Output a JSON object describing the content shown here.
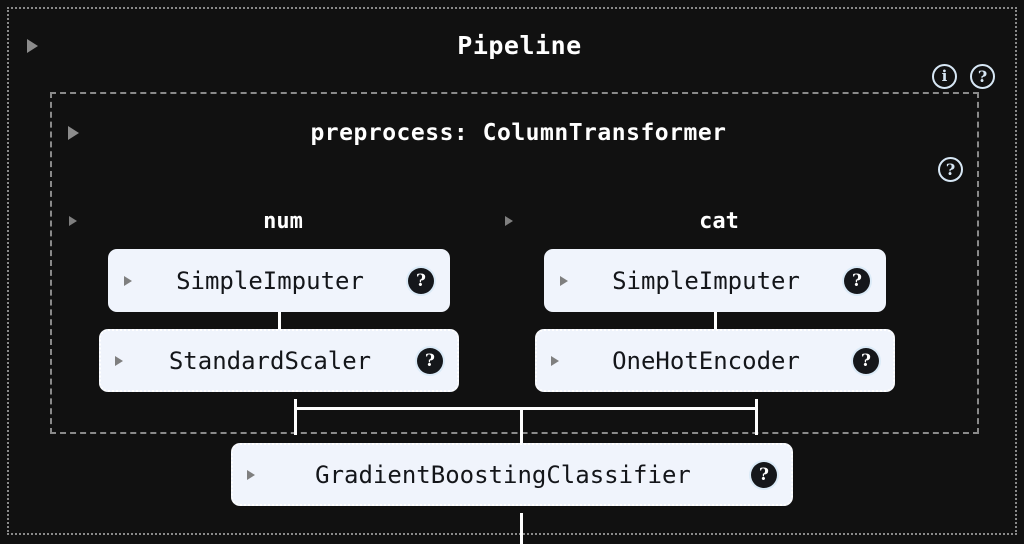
{
  "pipeline": {
    "title": "Pipeline",
    "toggle_icon": "triangle-right-icon",
    "doc_icons": [
      {
        "name": "info-icon",
        "glyph": "i"
      },
      {
        "name": "help-icon",
        "glyph": "?"
      }
    ]
  },
  "column_transformer": {
    "title": "preprocess: ColumnTransformer",
    "help_icon": {
      "name": "help-icon",
      "glyph": "?"
    },
    "columns": [
      {
        "name": "num",
        "steps": [
          {
            "label": "SimpleImputer",
            "badge": "?",
            "fitted": false
          },
          {
            "label": "StandardScaler",
            "badge": "?",
            "fitted": true
          }
        ]
      },
      {
        "name": "cat",
        "steps": [
          {
            "label": "SimpleImputer",
            "badge": "?",
            "fitted": false
          },
          {
            "label": "OneHotEncoder",
            "badge": "?",
            "fitted": true
          }
        ]
      }
    ]
  },
  "final_estimator": {
    "label": "GradientBoostingClassifier",
    "badge": "?",
    "fitted": true
  },
  "colors": {
    "background": "#111111",
    "box_background": "#f0f4fc",
    "box_text": "#14161a",
    "border_dashed": "#8a8a8a",
    "connector": "#ffffff",
    "badge_background": "#15171b",
    "badge_ring": "#dbeaf7",
    "title_text": "#ffffff"
  }
}
